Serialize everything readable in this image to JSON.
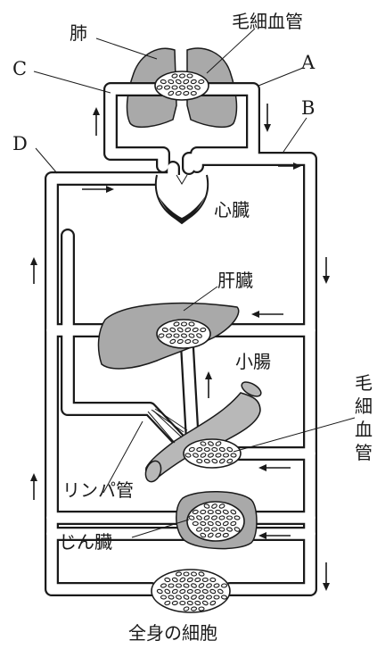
{
  "labels": {
    "lung": "肺",
    "lung_capillary": "毛細血管",
    "a": "A",
    "b": "B",
    "c": "C",
    "d": "D",
    "heart": "心臓",
    "liver": "肝臓",
    "small_intestine": "小腸",
    "intestine_capillary_ch1": "毛",
    "intestine_capillary_ch2": "細",
    "intestine_capillary_ch3": "血",
    "intestine_capillary_ch4": "管",
    "lymph": "リンパ管",
    "kidney": "じん臓",
    "body_cells": "全身の細胞"
  }
}
